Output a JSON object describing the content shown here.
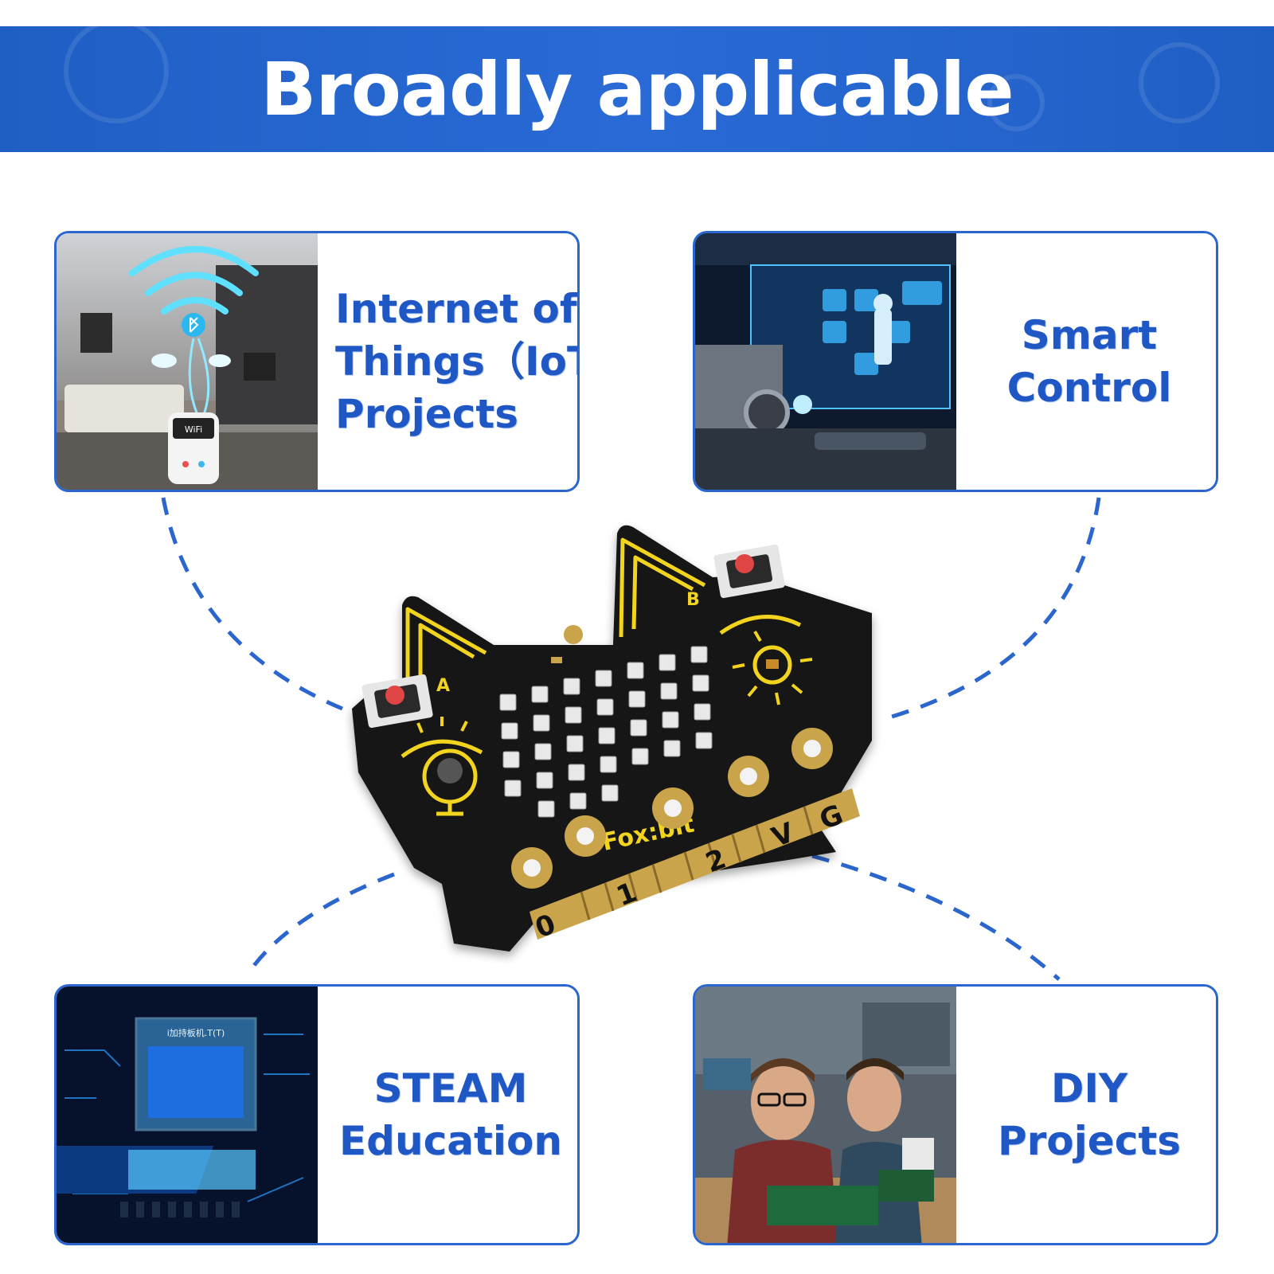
{
  "banner": {
    "title": "Broadly applicable"
  },
  "cards": {
    "iot": {
      "line1": "Internet of",
      "line2": "Things（IoT)",
      "line3": "Projects"
    },
    "smart": {
      "line1": "Smart",
      "line2": "Control"
    },
    "steam": {
      "line1": "STEAM",
      "line2": "Education"
    },
    "diy": {
      "line1": "DIY",
      "line2": "Projects"
    }
  },
  "board": {
    "brand": "Fox:bit",
    "button_a": "A",
    "button_b": "B",
    "pins": [
      "0",
      "1",
      "2",
      "V",
      "G"
    ],
    "chip_text": "i加持板机.T(T)",
    "remote_text": "WiFi"
  },
  "colors": {
    "accent": "#2b66cf",
    "banner": "#1f5fc4",
    "label": "#1f57c5",
    "board": "#121212",
    "silk": "#f2d41f",
    "pad": "#c9a44a",
    "led": "#e8e8e8"
  },
  "icons": [
    "wifi-icon",
    "bluetooth-icon",
    "cloud-icon",
    "microphone-icon",
    "light-sensor-icon",
    "touch-icon"
  ]
}
